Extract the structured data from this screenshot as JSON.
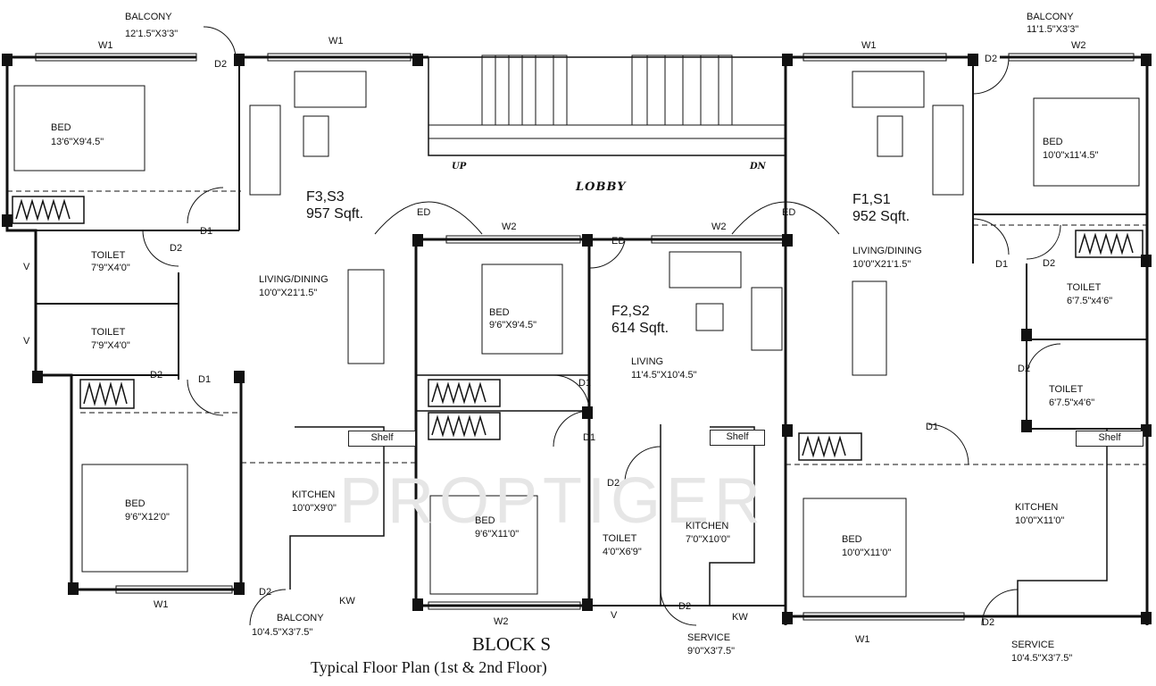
{
  "title": "BLOCK S",
  "subtitle": "Typical Floor Plan (1st & 2nd Floor)",
  "watermark": "PROPTIGER",
  "lobby": "LOBBY",
  "stairs": {
    "up": "UP",
    "down": "DN"
  },
  "units": [
    {
      "name": "F3,S3",
      "area": "957 Sqft."
    },
    {
      "name": "F2,S2",
      "area": "614 Sqft."
    },
    {
      "name": "F1,S1",
      "area": "952 Sqft."
    }
  ],
  "rooms": [
    {
      "name": "BALCONY",
      "size": "12'1.5\"X3'3\""
    },
    {
      "name": "BED",
      "size": "13'6\"X9'4.5\""
    },
    {
      "name": "TOILET",
      "size": "7'9\"X4'0\""
    },
    {
      "name": "TOILET",
      "size": "7'9\"X4'0\""
    },
    {
      "name": "LIVING/DINING",
      "size": "10'0\"X21'1.5\""
    },
    {
      "name": "BED",
      "size": "9'6\"X12'0\""
    },
    {
      "name": "KITCHEN",
      "size": "10'0\"X9'0\""
    },
    {
      "name": "BALCONY",
      "size": "10'4.5\"X3'7.5\""
    },
    {
      "name": "BED",
      "size": "9'6\"X9'4.5\""
    },
    {
      "name": "LIVING",
      "size": "11'4.5\"X10'4.5\""
    },
    {
      "name": "BED",
      "size": "9'6\"X11'0\""
    },
    {
      "name": "TOILET",
      "size": "4'0\"X6'9\""
    },
    {
      "name": "KITCHEN",
      "size": "7'0\"X10'0\""
    },
    {
      "name": "SERVICE",
      "size": "9'0\"X3'7.5\""
    },
    {
      "name": "BALCONY",
      "size": "11'1.5\"X3'3\""
    },
    {
      "name": "BED",
      "size": "10'0\"x11'4.5\""
    },
    {
      "name": "LIVING/DINING",
      "size": "10'0\"X21'1.5\""
    },
    {
      "name": "TOILET",
      "size": "6'7.5\"x4'6\""
    },
    {
      "name": "TOILET",
      "size": "6'7.5\"x4'6\""
    },
    {
      "name": "BED",
      "size": "10'0\"X11'0\""
    },
    {
      "name": "KITCHEN",
      "size": "10'0\"X11'0\""
    },
    {
      "name": "SERVICE",
      "size": "10'4.5\"X3'7.5\""
    }
  ],
  "shelf_label": "Shelf",
  "codes": [
    "W1",
    "W2",
    "D1",
    "D2",
    "ED",
    "V",
    "KW"
  ]
}
